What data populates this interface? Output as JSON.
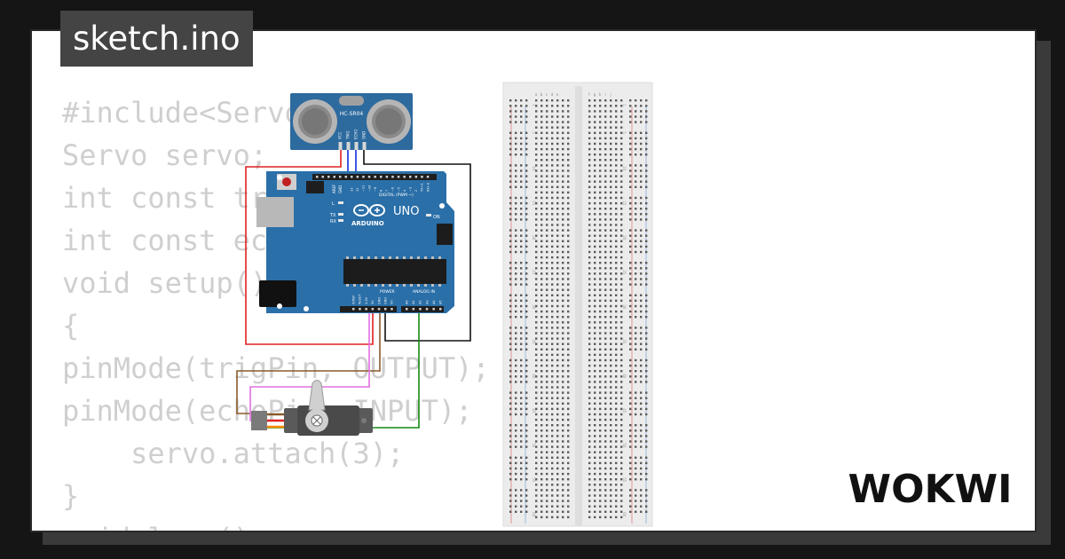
{
  "tab": {
    "filename": "sketch.ino"
  },
  "code": {
    "lines": [
      "#include<Servo.h>",
      "Servo servo;",
      "int const trigPin = 2;",
      "int const echoPin = 4;",
      "void setup()",
      "{",
      "pinMode(trigPin, OUTPUT);",
      "pinMode(echoPin, INPUT);",
      "    servo.attach(3);",
      "}",
      "void loop()"
    ]
  },
  "sensor": {
    "label": "HC-SR04",
    "pins": [
      "VCC",
      "TRIG",
      "ECHO",
      "GND"
    ]
  },
  "arduino": {
    "model": "UNO",
    "brand": "ARDUINO",
    "digital_label": "DIGITAL (PWM ~)",
    "power_label": "POWER",
    "analog_label": "ANALOG IN",
    "on_label": "ON",
    "l_label": "L",
    "tx_label": "TX",
    "rx_label": "RX",
    "aref_label": "AREF",
    "gnd_label": "GND",
    "digital_pins": [
      "13",
      "12",
      "~11",
      "~10",
      "~9",
      "8",
      "7",
      "~6",
      "~5",
      "4",
      "~3",
      "2",
      "TX→1",
      "RX←0"
    ],
    "power_pins": [
      "IOREF",
      "RESET",
      "3.3V",
      "5V",
      "GND",
      "GND",
      "Vin"
    ],
    "analog_pins": [
      "A0",
      "A1",
      "A2",
      "A3",
      "A4",
      "A5"
    ]
  },
  "breadboard": {
    "row_numbers": [
      "1",
      "5",
      "10",
      "15",
      "20",
      "25",
      "30",
      "35",
      "40",
      "45",
      "50",
      "55",
      "60"
    ],
    "column_letters": [
      "a",
      "b",
      "c",
      "d",
      "e",
      "f",
      "g",
      "h",
      "i",
      "j"
    ]
  },
  "brand": {
    "logo_text": "WOKWI"
  },
  "colors": {
    "page_bg": "#151515",
    "code_text": "#cfcfcf",
    "tab_bg": "#444444",
    "board_blue": "#2a6fa8",
    "sensor_blue": "#2d6a9e",
    "wire_red": "#e02020",
    "wire_black": "#111111",
    "wire_blue": "#1030e0",
    "wire_green": "#138a13",
    "wire_brown": "#8a5a2a",
    "wire_pink": "#e070e0"
  }
}
